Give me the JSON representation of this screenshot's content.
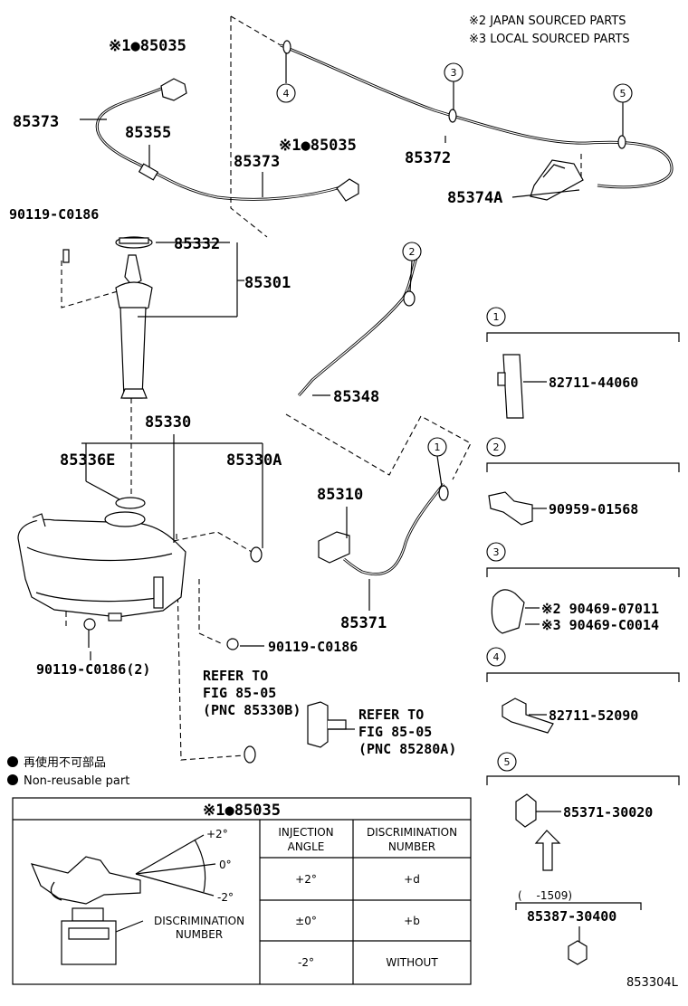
{
  "notes": {
    "japan": "※2 JAPAN SOURCED PARTS",
    "local": "※3 LOCAL SOURCED PARTS"
  },
  "parts": {
    "p85035a": "※1●85035",
    "p85035b": "※1●85035",
    "p85373a": "85373",
    "p85373b": "85373",
    "p85355": "85355",
    "p85372": "85372",
    "p85374A": "85374A",
    "p90119a": "90119-C0186",
    "p85332": "85332",
    "p85301": "85301",
    "p85348": "85348",
    "p85330": "85330",
    "p85336E": "85336E",
    "p85330A": "85330A",
    "p85310": "85310",
    "p85371": "85371",
    "p90119b": "90119-C0186(2)",
    "p90119c": "90119-C0186"
  },
  "callouts": [
    "1",
    "2",
    "3",
    "4",
    "5"
  ],
  "refer1": [
    "REFER TO",
    "FIG 85-05",
    "(PNC 85330B)"
  ],
  "refer2": [
    "REFER TO",
    "FIG 85-05",
    "(PNC 85280A)"
  ],
  "legend": {
    "jp": "再使用不可部品",
    "en": "Non-reusable part"
  },
  "side_panels": [
    {
      "num": "1",
      "parts": [
        "82711-44060"
      ]
    },
    {
      "num": "2",
      "parts": [
        "90959-01568"
      ]
    },
    {
      "num": "3",
      "parts": [
        "※2 90469-07011",
        "※3 90469-C0014"
      ]
    },
    {
      "num": "4",
      "parts": [
        "82711-52090"
      ]
    },
    {
      "num": "5",
      "parts": [
        "85371-30020"
      ]
    }
  ],
  "sub_part": {
    "range": "(　 -1509)",
    "part": "85387-30400"
  },
  "table": {
    "title": "※1●85035",
    "headers": [
      [
        "INJECTION",
        "ANGLE"
      ],
      [
        "DISCRIMINATION",
        "NUMBER"
      ]
    ],
    "rows": [
      [
        "+2°",
        "+d"
      ],
      [
        "±0°",
        "+b"
      ],
      [
        "-2°",
        "WITHOUT"
      ]
    ],
    "angles": [
      "+2°",
      "0°",
      "-2°"
    ],
    "disc_label": [
      "DISCRIMINATION",
      "NUMBER"
    ]
  },
  "figure_id": "853304L"
}
